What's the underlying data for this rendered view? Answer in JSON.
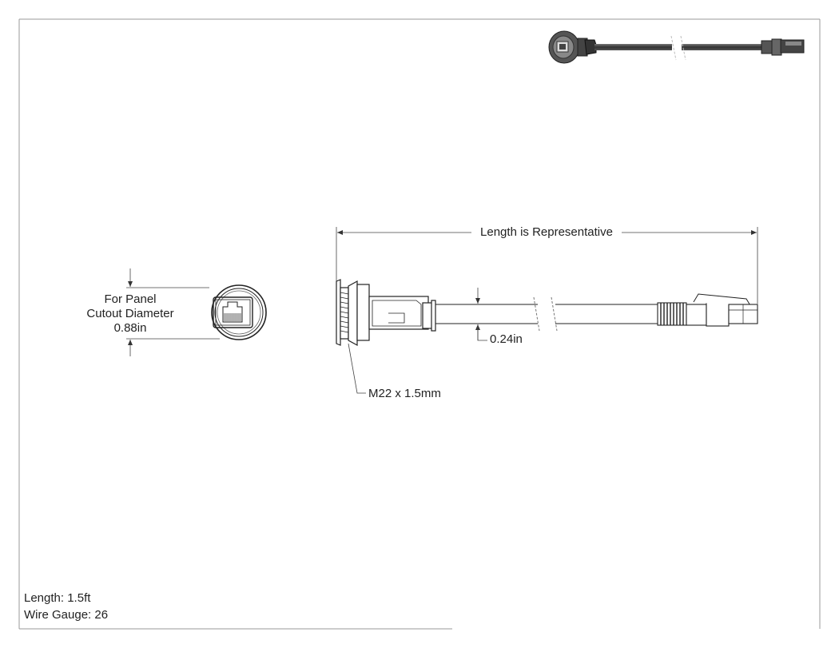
{
  "drawing": {
    "panel_cutout": {
      "line1": "For Panel",
      "line2": "Cutout Diameter",
      "value": "0.88in"
    },
    "length_label": "Length is Representative",
    "cable_diameter": "0.24in",
    "thread_spec": "M22 x 1.5mm"
  },
  "specs": {
    "length": "Length: 1.5ft",
    "wire_gauge": "Wire Gauge: 26"
  }
}
